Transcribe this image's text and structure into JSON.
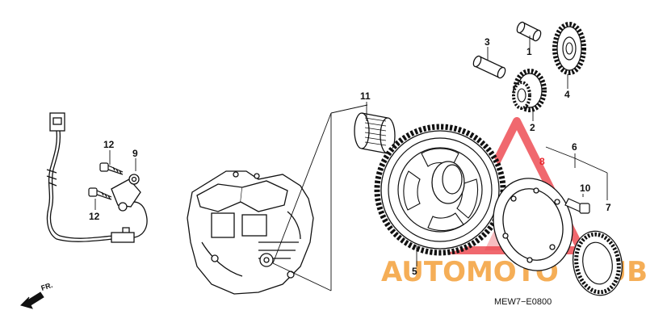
{
  "diagram": {
    "code": "MEW7−E0800",
    "direction_label": "FR.",
    "callouts": [
      {
        "id": "1",
        "label": "1"
      },
      {
        "id": "2",
        "label": "2"
      },
      {
        "id": "3",
        "label": "3"
      },
      {
        "id": "4",
        "label": "4"
      },
      {
        "id": "5",
        "label": "5"
      },
      {
        "id": "6",
        "label": "6"
      },
      {
        "id": "7",
        "label": "7"
      },
      {
        "id": "8",
        "label": "8"
      },
      {
        "id": "9",
        "label": "9"
      },
      {
        "id": "10",
        "label": "10"
      },
      {
        "id": "11",
        "label": "11"
      },
      {
        "id": "12a",
        "label": "12"
      },
      {
        "id": "12b",
        "label": "12"
      }
    ]
  },
  "watermark": {
    "text_part1": "AUTOMOTO",
    "text_part2": "HUB",
    "color_primary": "#f4a03a",
    "color_secondary": "#e8222a"
  },
  "colors": {
    "line": "#111111",
    "watermark_orange": "#f4a03a",
    "watermark_red": "#e8222a"
  }
}
